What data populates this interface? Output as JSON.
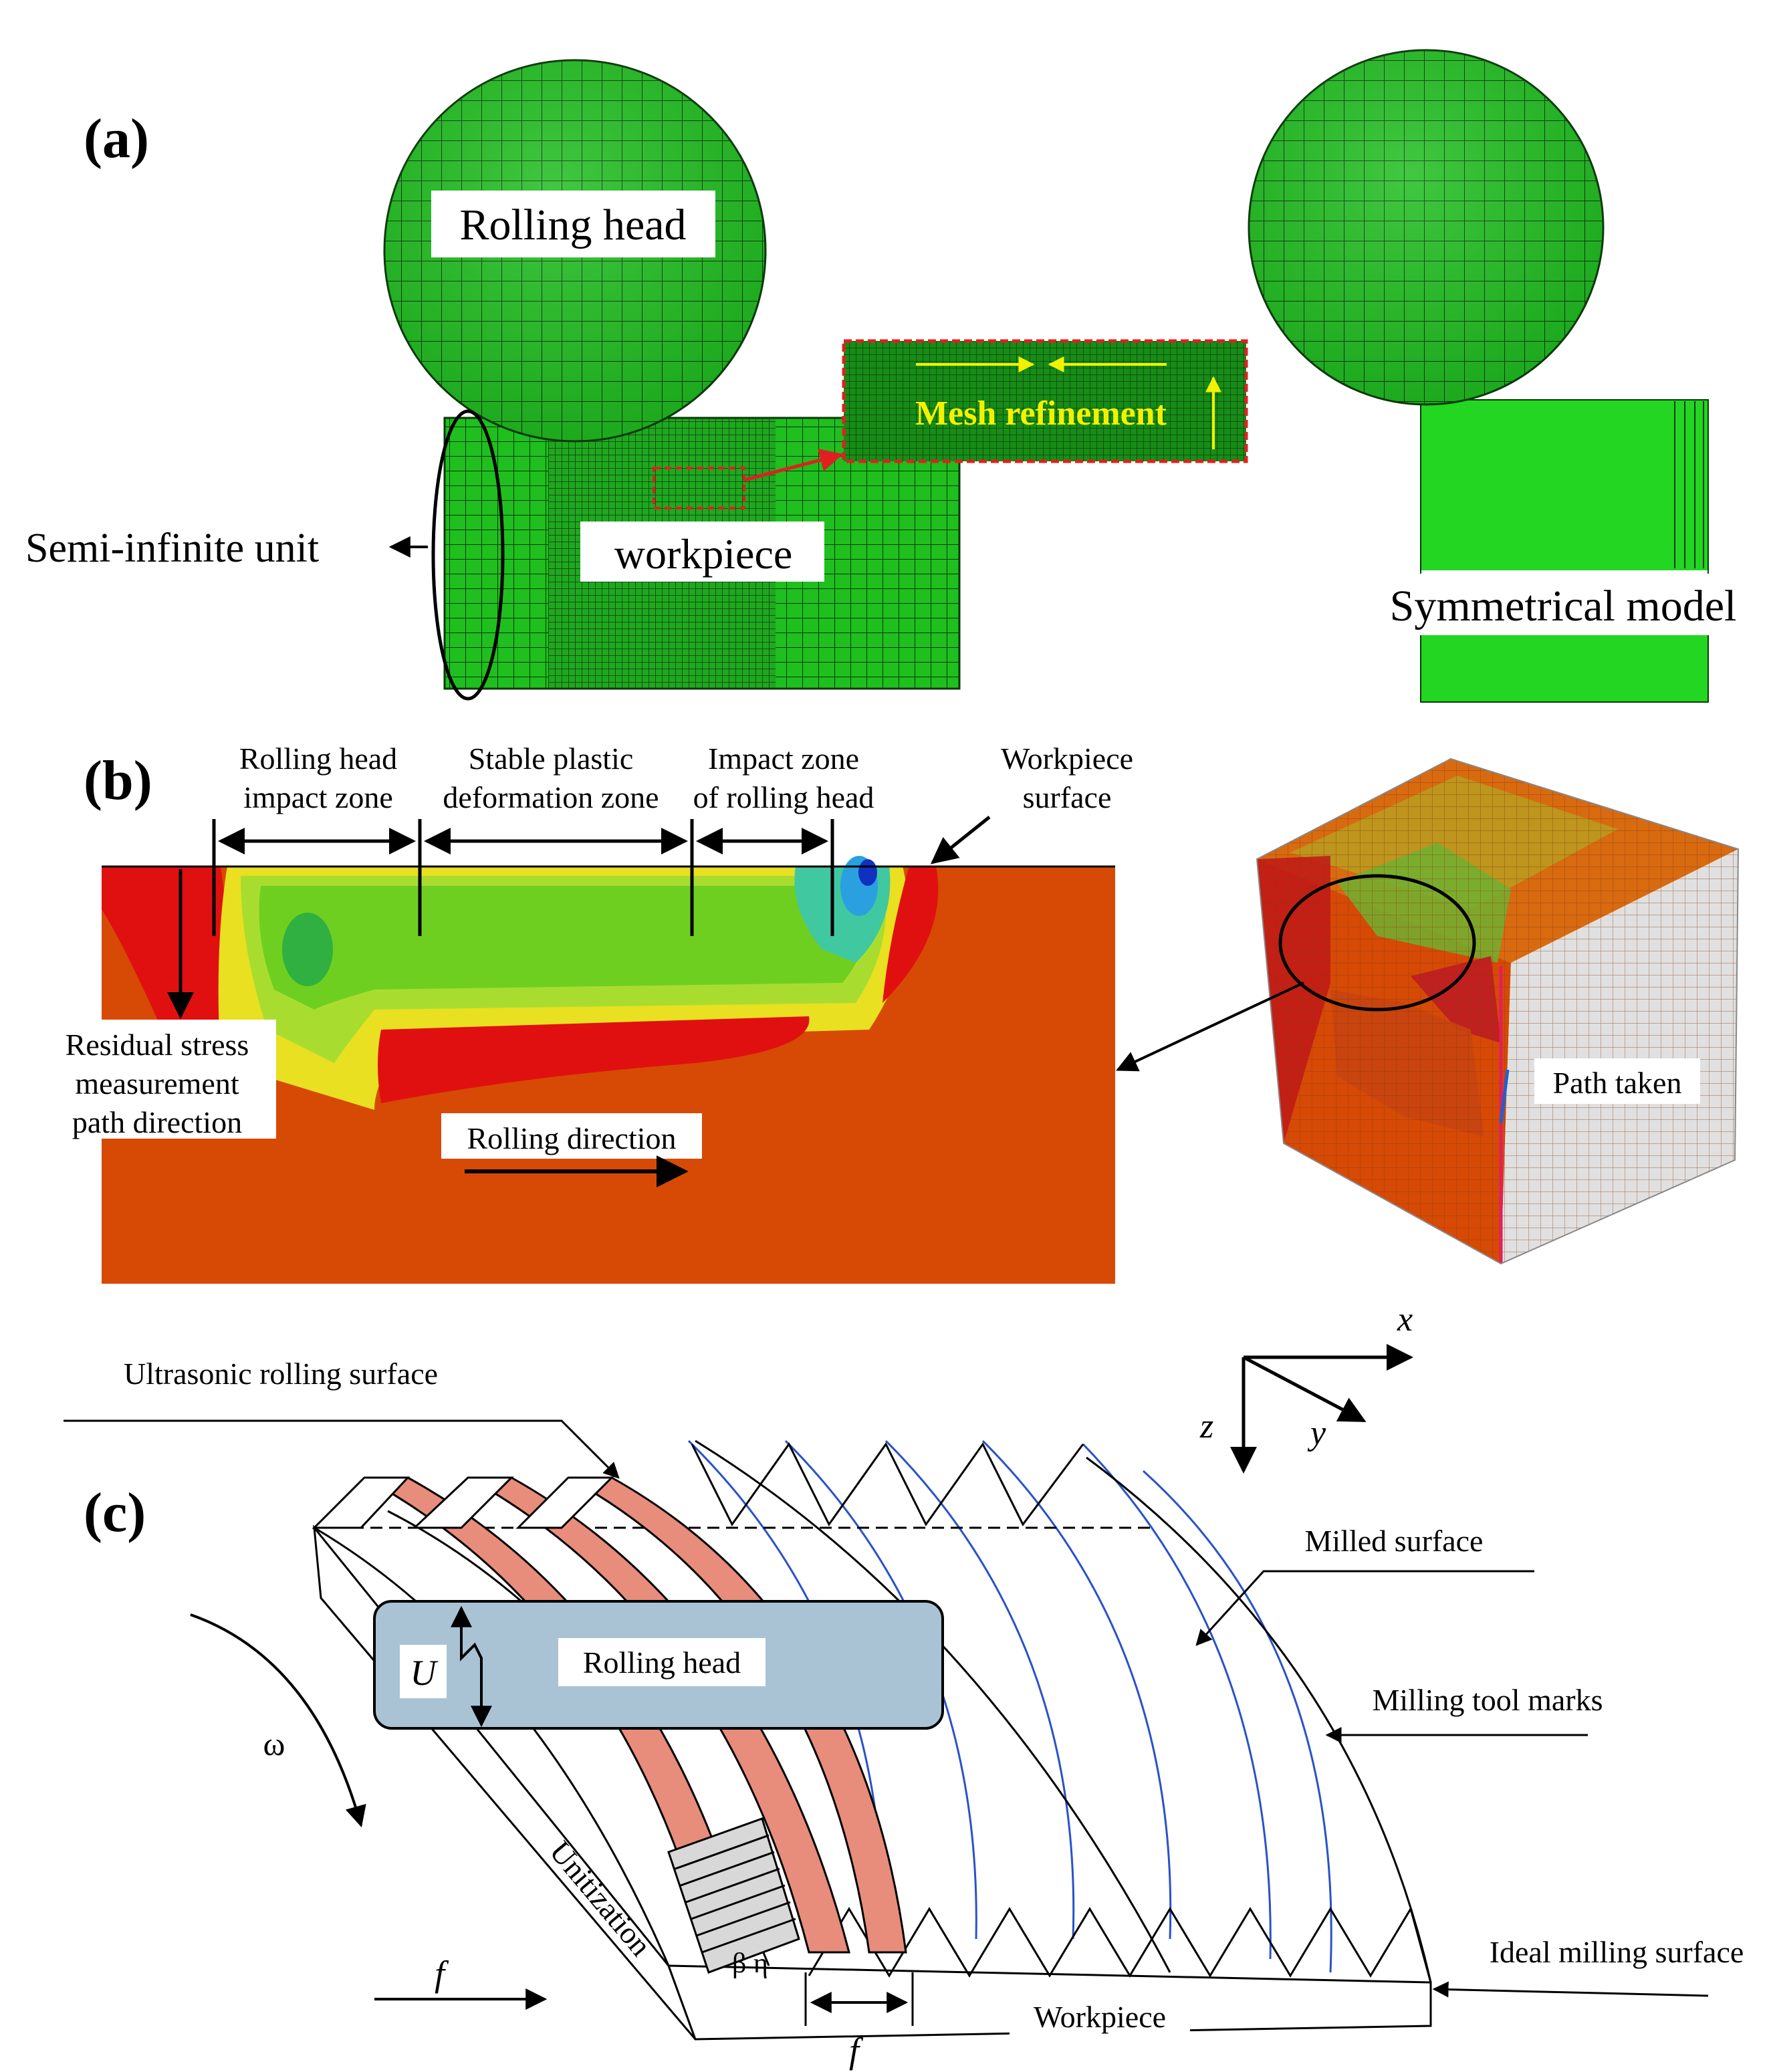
{
  "panels": {
    "a": {
      "label": "(a)",
      "rolling_head": "Rolling head",
      "mesh_refinement": "Mesh refinement",
      "semi_infinite": "Semi-infinite unit",
      "workpiece": "workpiece",
      "symmetrical": "Symmetrical model"
    },
    "b": {
      "label": "(b)",
      "zone1_line1": "Rolling head",
      "zone1_line2": "impact zone",
      "zone2_line1": "Stable plastic",
      "zone2_line2": "deformation zone",
      "zone3_line1": "Impact zone",
      "zone3_line2": "of rolling head",
      "surface_line1": "Workpiece",
      "surface_line2": "surface",
      "residual_line1": "Residual stress",
      "residual_line2": "measurement",
      "residual_line3": "path direction",
      "rolling_direction": "Rolling direction",
      "path_taken": "Path taken"
    },
    "c": {
      "label": "(c)",
      "ultrasonic": "Ultrasonic rolling surface",
      "axis_x": "x",
      "axis_y": "y",
      "axis_z": "z",
      "milled": "Milled surface",
      "rolling_head": "Rolling head",
      "U": "U",
      "milling_marks": "Milling tool marks",
      "omega": "ω",
      "unitization": "Unitization",
      "ideal": "Ideal milling surface",
      "f_left": "f",
      "f_bottom": "f",
      "beta_eta": "β η",
      "workpiece": "Workpiece"
    }
  },
  "colors": {
    "mesh_green": "#1fbf1f",
    "mesh_line": "#0a3a0a",
    "fea_orange": "#d64a06",
    "fea_red": "#e01010",
    "fea_yellow": "#e8e020",
    "fea_green": "#6fcf20",
    "highlight_yellow": "#f2f200",
    "dashed_red": "#e02020",
    "rolled_band": "#e88c7c",
    "head_blue": "#a9c3d4",
    "tool_mark_blue": "#2a52c8"
  }
}
